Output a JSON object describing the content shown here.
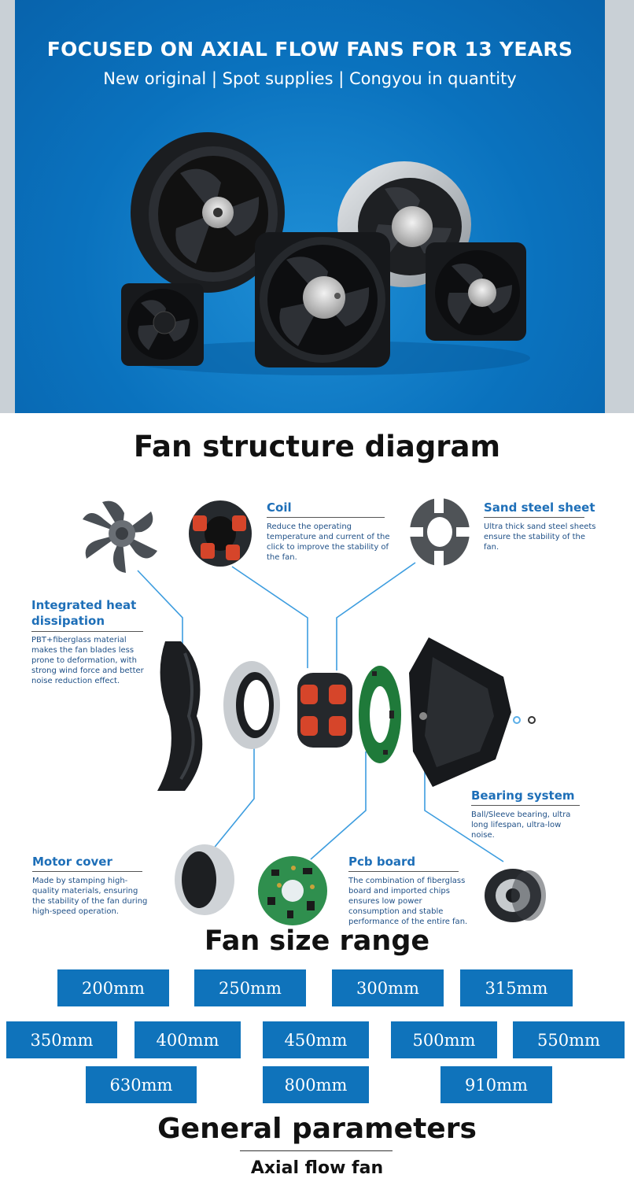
{
  "banner": {
    "title": "FOCUSED ON AXIAL FLOW FANS FOR 13 YEARS",
    "subtitle": "New original  |  Spot supplies | Congyou in quantity"
  },
  "structure": {
    "title": "Fan structure diagram",
    "callouts": {
      "coil": {
        "title": "Coil",
        "desc": "Reduce the operating temperature and current of the click to improve the stability of the fan."
      },
      "sand_steel": {
        "title": "Sand steel sheet",
        "desc": "Ultra thick sand steel sheets ensure the stability of the fan."
      },
      "heat": {
        "title": "Integrated heat dissipation",
        "desc": "PBT+fiberglass material makes the fan blades less prone to deformation, with strong wind force and better noise reduction effect."
      },
      "bearing": {
        "title": "Bearing system",
        "desc": "Ball/Sleeve bearing, ultra long lifespan, ultra-low noise."
      },
      "motor_cover": {
        "title": "Motor cover",
        "desc": "Made by stamping high-quality materials, ensuring the stability of the fan during high-speed operation."
      },
      "pcb": {
        "title": "Pcb board",
        "desc": "The combination of fiberglass board and imported chips ensures low power consumption and stable performance of the entire fan."
      }
    }
  },
  "sizes": {
    "title": "Fan size range",
    "items": [
      "200mm",
      "250mm",
      "300mm",
      "315mm",
      "350mm",
      "400mm",
      "450mm",
      "500mm",
      "550mm",
      "630mm",
      "800mm",
      "910mm"
    ]
  },
  "params": {
    "title": "General parameters",
    "subtitle": "Axial flow fan"
  },
  "colors": {
    "banner_blue": "#0a72be",
    "button_blue": "#0f73bb",
    "callout_blue": "#1e6fb8"
  }
}
